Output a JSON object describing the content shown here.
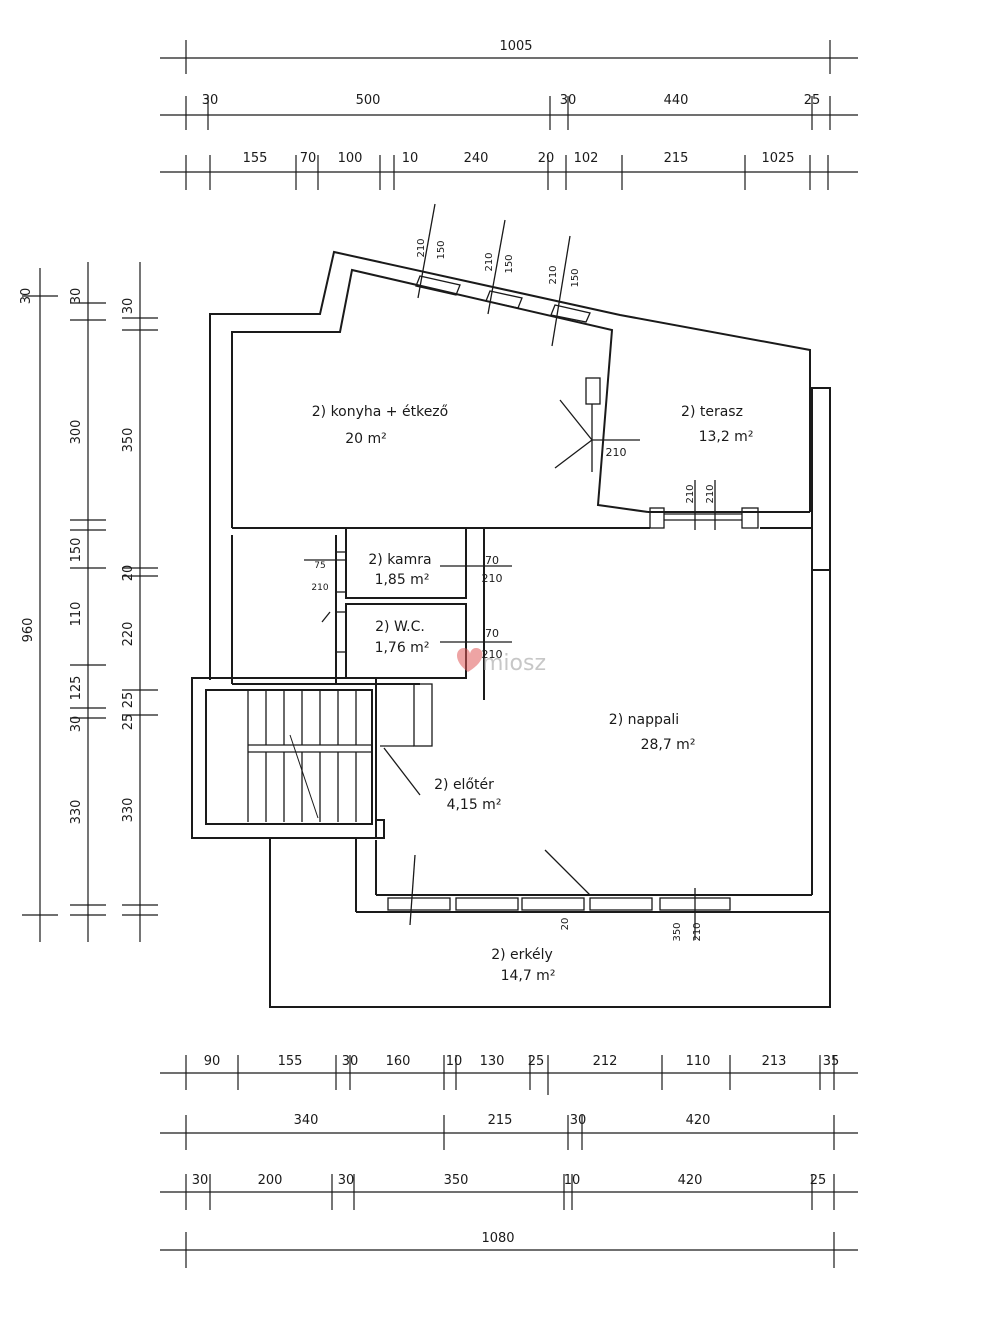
{
  "rooms": {
    "kitchen": {
      "name": "2)  konyha + étkező",
      "area": "20 m²"
    },
    "terrace": {
      "name": "2)  terasz",
      "area": "13,2 m²"
    },
    "pantry": {
      "name": "2)  kamra",
      "area": "1,85 m²"
    },
    "wc": {
      "name": "2)  W.C.",
      "area": "1,76 m²"
    },
    "living": {
      "name": "2)  nappali",
      "area": "28,7 m²"
    },
    "hall": {
      "name": "2)  előtér",
      "area": "4,15 m²"
    },
    "balcony": {
      "name": "2)  erkély",
      "area": "14,7 m²"
    }
  },
  "watermark": "miosz",
  "top_dims": {
    "total": "1005",
    "row2": [
      "30",
      "500",
      "30",
      "440",
      "25"
    ],
    "row3": [
      "155",
      "70",
      "100",
      "10",
      "240",
      "20",
      "102",
      "215",
      "1025"
    ]
  },
  "bottom_dims": {
    "row1": [
      "90",
      "155",
      "30",
      "160",
      "10",
      "130",
      "25",
      "212",
      "110",
      "213",
      "35"
    ],
    "row2": [
      "340",
      "215",
      "30",
      "420"
    ],
    "row3": [
      "30",
      "200",
      "30",
      "350",
      "10",
      "420",
      "25"
    ],
    "total": "1080"
  },
  "left_dims": {
    "total": "960",
    "col2": [
      "30",
      "300",
      "150",
      "110",
      "125",
      "30",
      "330"
    ],
    "col3": [
      "30",
      "350",
      "20",
      "220",
      "25",
      "25",
      "330"
    ]
  },
  "opening_labels": {
    "top_windows": [
      "210",
      "150",
      "210",
      "150",
      "210",
      "150"
    ],
    "kitchen_door": "210",
    "terrace_door": [
      "210",
      "210"
    ],
    "pantry_door_left": [
      "75",
      "210"
    ],
    "pantry_door_right": [
      "70",
      "210"
    ],
    "wc_door_right": [
      "70",
      "210"
    ],
    "bottom_door": "20",
    "bottom_window": [
      "350",
      "210"
    ]
  }
}
